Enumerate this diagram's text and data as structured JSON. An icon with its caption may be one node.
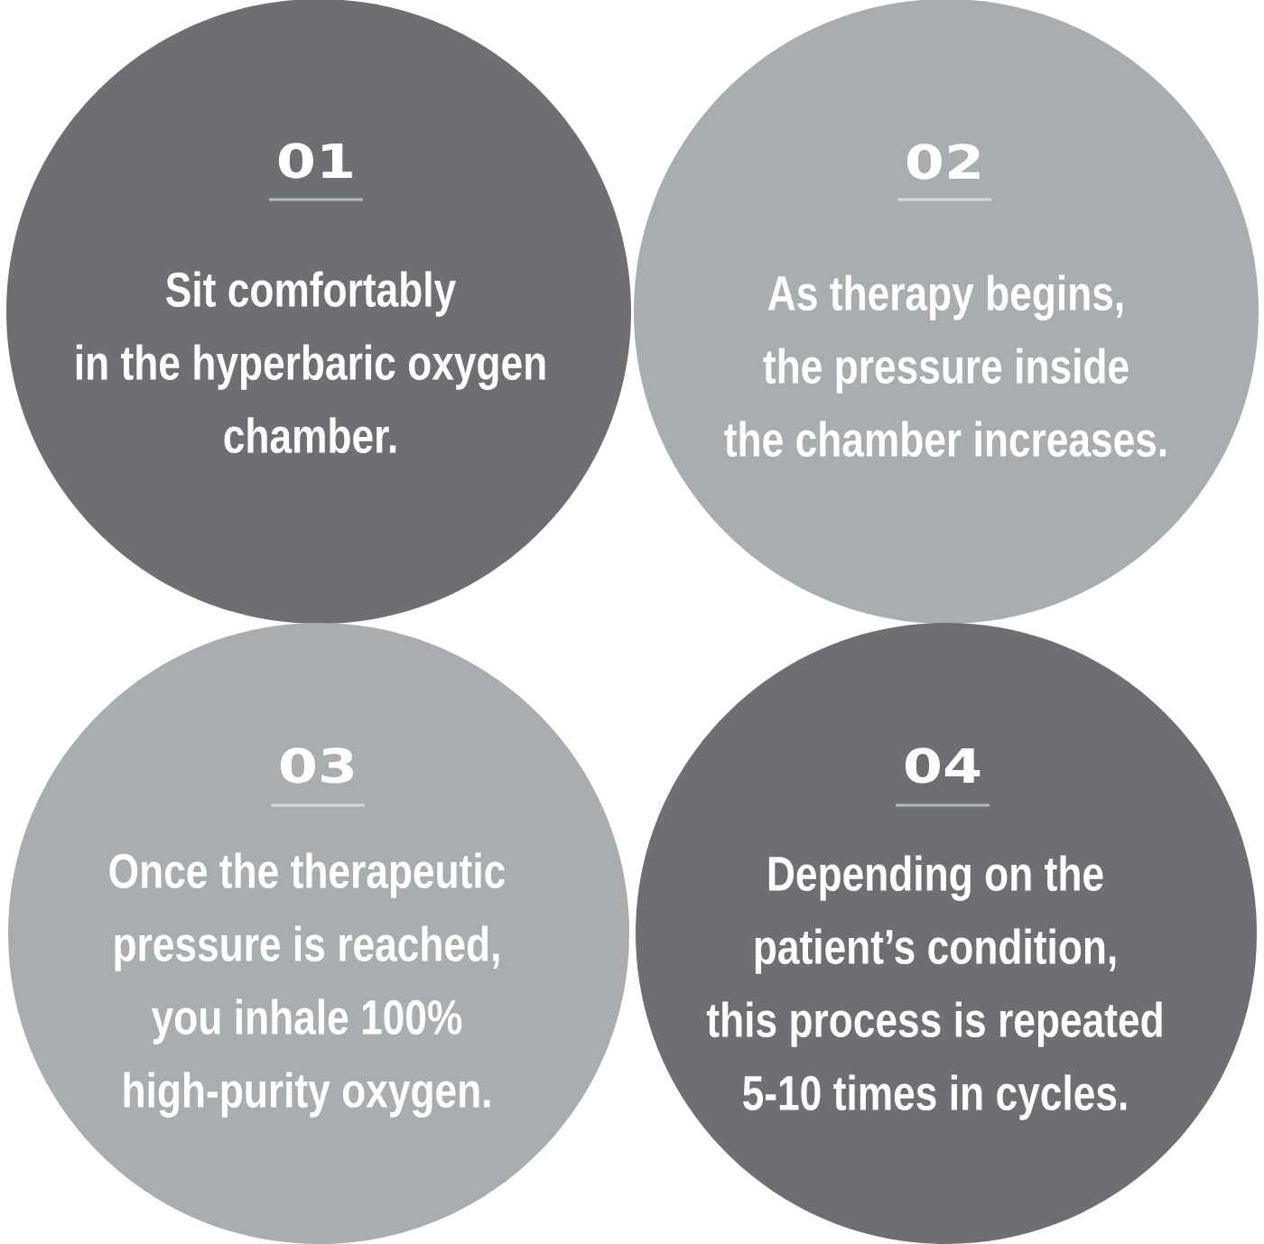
{
  "diagram": {
    "nodes": [
      {
        "text": [
          "01",
          "Sit comfortably in the hyperbaric oxygen chamber."
        ]
      },
      {
        "text": [
          "02",
          "As therapy begins, the pressure inside the chamber increases."
        ]
      },
      {
        "text": [
          "03",
          "Once the therapeutic pressure is reached, you inhale 100% high-purity oxygen."
        ]
      },
      {
        "text": [
          "04",
          "Depending on the patient’s condition, this process is repeated 5-10 times in cycles."
        ]
      }
    ]
  }
}
